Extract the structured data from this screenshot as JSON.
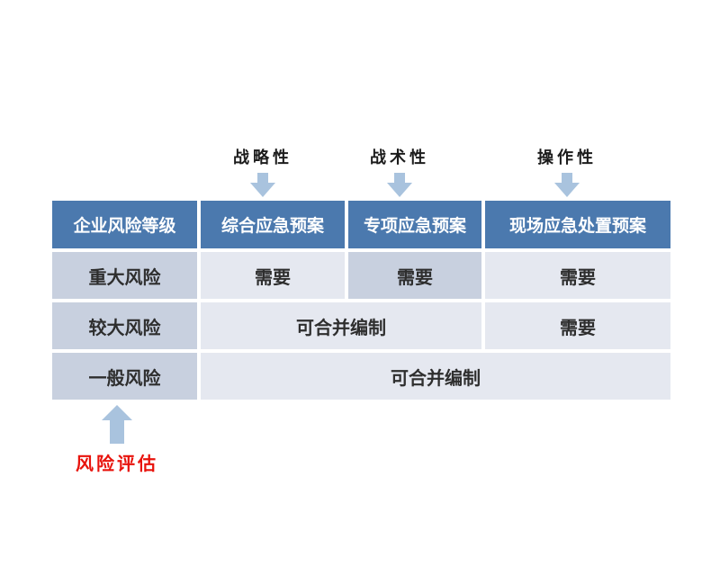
{
  "colors": {
    "background": "#FFFFFF",
    "header_bg": "#4B79AE",
    "header_text": "#FFFFFF",
    "accent_cell_bg": "#C8D0DF",
    "light_cell_bg": "#E5E8F0",
    "cell_text": "#2E2E2E",
    "arrow": "#A9C3DE",
    "assessment_text": "#E8130C"
  },
  "annotations": [
    {
      "id": "strategic",
      "label": "战略性"
    },
    {
      "id": "tactical",
      "label": "战术性"
    },
    {
      "id": "operational",
      "label": "操作性"
    }
  ],
  "table": {
    "headers": [
      "企业风险等级",
      "综合应急预案",
      "专项应急预案",
      "现场应急处置预案"
    ],
    "rows": [
      {
        "level": "重大风险",
        "cells": [
          {
            "text": "需要"
          },
          {
            "text": "需要",
            "accent": true
          },
          {
            "text": "需要"
          }
        ]
      },
      {
        "level": "较大风险",
        "cells": [
          {
            "text": "可合并编制",
            "colspan": 2
          },
          {
            "text": "需要"
          }
        ]
      },
      {
        "level": "一般风险",
        "cells": [
          {
            "text": "可合并编制",
            "colspan": 3
          }
        ]
      }
    ]
  },
  "assessment": {
    "label": "风险评估"
  }
}
